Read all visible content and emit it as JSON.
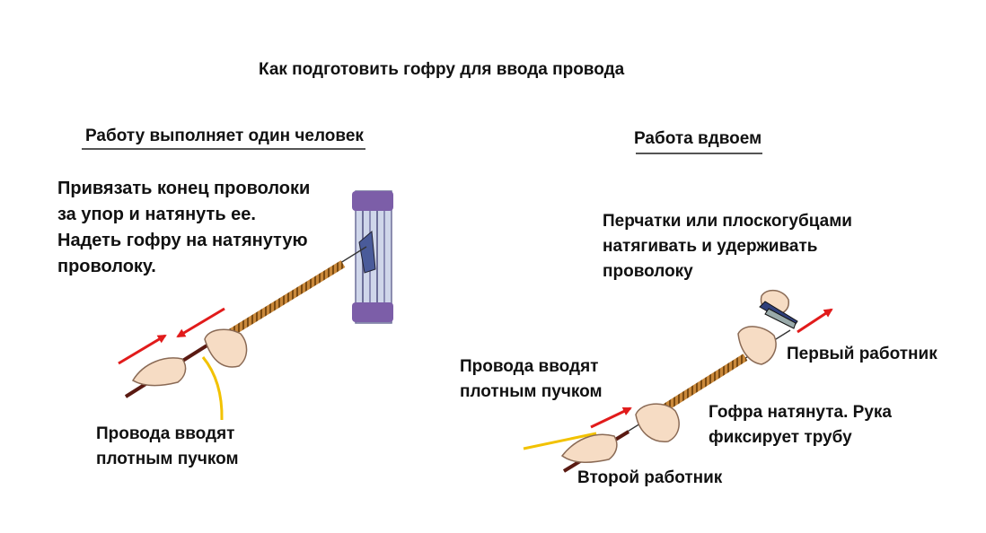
{
  "title": "Как подготовить гофру для ввода провода",
  "left": {
    "heading": "Работу выполняет один человек",
    "instruction": "Привязать конец проволоки\nза упор и натянуть ее.\nНадеть гофру на натянутую\nпроволоку.",
    "wires_caption": "Провода вводят\nплотным пучком"
  },
  "right": {
    "heading": "Работа вдвоем",
    "instruction": "Перчатки или плоскогубцами\nнатягивать и удерживать\nпроволоку",
    "first_worker": "Первый работник",
    "wires_caption": "Провода вводят\nплотным пучком",
    "corrugation_caption": "Гофра натянута. Рука\nфиксирует трубу",
    "second_worker": "Второй работник"
  },
  "colors": {
    "arrow": "#e11b1b",
    "corrugation": "#b5701e",
    "wire_guide": "#f2c200",
    "post": "#7c5ea8"
  }
}
